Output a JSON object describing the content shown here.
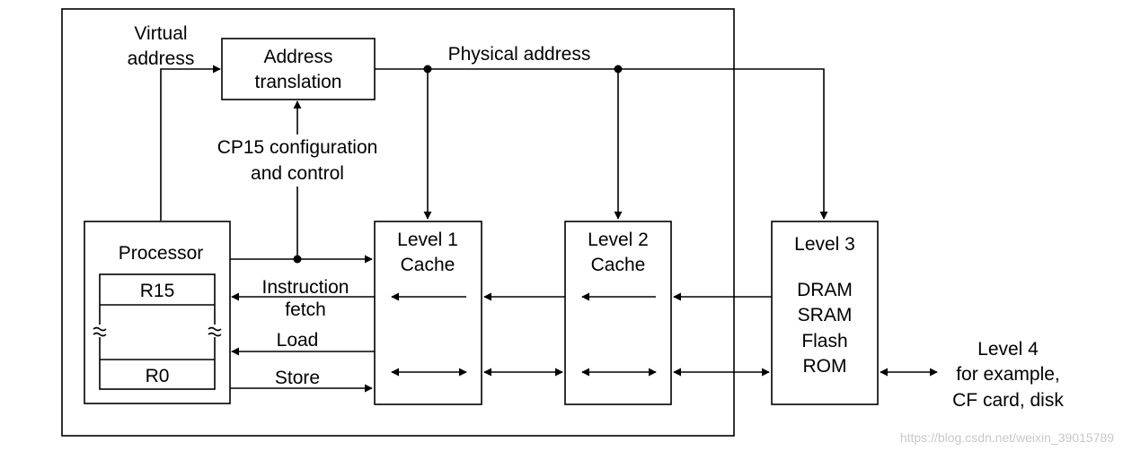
{
  "labels": {
    "virtual_address": [
      "Virtual",
      "address"
    ],
    "address_translation": [
      "Address",
      "translation"
    ],
    "physical_address": "Physical address",
    "cp15": [
      "CP15 configuration",
      "and control"
    ],
    "processor": "Processor",
    "r15": "R15",
    "r0": "R0",
    "instruction_fetch": [
      "Instruction",
      "fetch"
    ],
    "load": "Load",
    "store": "Store",
    "level1": [
      "Level 1",
      "Cache"
    ],
    "level2": [
      "Level 2",
      "Cache"
    ],
    "level3": "Level 3",
    "level3_items": [
      "DRAM",
      "SRAM",
      "Flash",
      "ROM"
    ],
    "level4": [
      "Level 4",
      "for example,",
      "CF card, disk"
    ]
  },
  "watermark": "https://blog.csdn.net/weixin_39015789"
}
